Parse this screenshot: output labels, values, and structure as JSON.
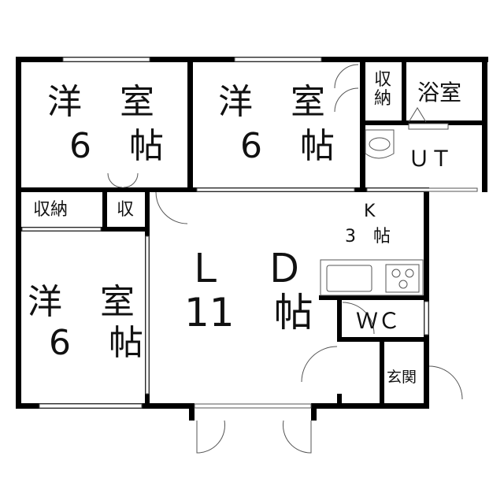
{
  "rooms": {
    "bedroom_top_left": {
      "name": "洋　室",
      "size": "6　帖"
    },
    "bedroom_top_center": {
      "name": "洋　室",
      "size": "6　帖"
    },
    "storage_top": {
      "name": "収\n納"
    },
    "bath": {
      "name": "浴室"
    },
    "utility": {
      "name": "ＵＴ"
    },
    "storage_left": {
      "name": "収納"
    },
    "storage_small": {
      "name": "収"
    },
    "bedroom_bottom_left": {
      "name": "洋　室",
      "size": "6　帖"
    },
    "living_dining": {
      "name": "Ｌ　Ｄ",
      "size": "11　帖"
    },
    "kitchen": {
      "name": "K",
      "size": "3　帖"
    },
    "toilet": {
      "name": "ＷＣ"
    },
    "entrance": {
      "name": "玄関"
    }
  }
}
